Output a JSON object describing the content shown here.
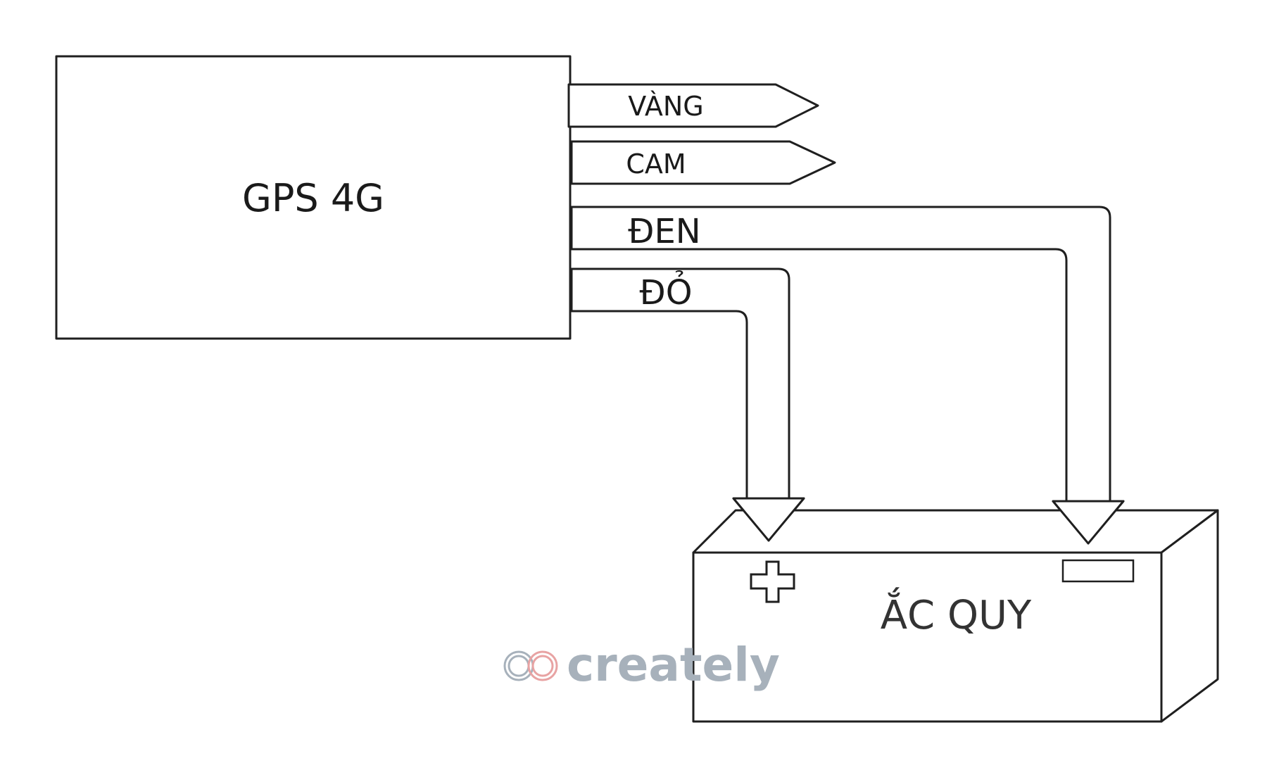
{
  "device": {
    "title": "GPS 4G"
  },
  "wires": {
    "yellow": {
      "label": "VÀNG"
    },
    "orange": {
      "label": "CAM"
    },
    "black": {
      "label": "ĐEN"
    },
    "red": {
      "label": "ĐỎ"
    }
  },
  "battery": {
    "title": "ẮC QUY",
    "positive_terminal": "plus-icon"
  },
  "watermark": {
    "text": "creately"
  },
  "colors": {
    "stroke": "#1f1f1f",
    "watermark": "#a7b1bb",
    "watermark_accent": "#e8a3a3"
  }
}
